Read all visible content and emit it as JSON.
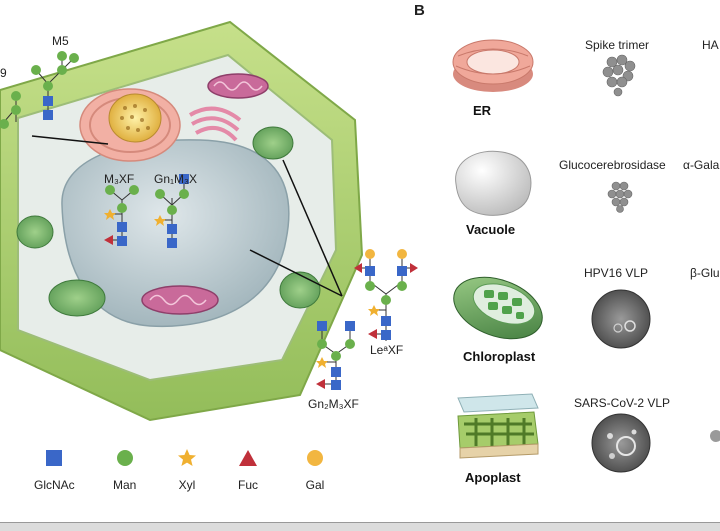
{
  "panel_b": {
    "letter": "B"
  },
  "cell": {
    "glycans": {
      "m5": "M5",
      "m3xf": "M₃XF",
      "gn1m3x": "Gn₁M₃X",
      "lexf": "LeᵃXF",
      "gn2m3xf": "Gn₂M₃XF",
      "partial_left": "9"
    }
  },
  "legend": {
    "items": [
      {
        "label": "GlcNAc",
        "color": "#3a67c8",
        "icon": "square-icon"
      },
      {
        "label": "Man",
        "color": "#6ab04c",
        "icon": "circle-icon"
      },
      {
        "label": "Xyl",
        "color": "#f0b030",
        "icon": "star-icon"
      },
      {
        "label": "Fuc",
        "color": "#c0303a",
        "icon": "triangle-icon"
      },
      {
        "label": "Gal",
        "color": "#f2b640",
        "icon": "circle-icon"
      }
    ]
  },
  "organelles": [
    {
      "label": "ER"
    },
    {
      "label": "Vacuole"
    },
    {
      "label": "Chloroplast"
    },
    {
      "label": "Apoplast"
    }
  ],
  "products": {
    "col1": [
      "Spike trimer",
      "Glucocerebrosidase",
      "HPV16 VLP",
      "SARS-CoV-2 VLP"
    ],
    "col2": [
      "HA",
      "α-Gala",
      "β-Glu"
    ]
  },
  "colors": {
    "cell_wall": "#a6cc6a",
    "cell_wall_dark": "#7fa848",
    "cytoplasm": "#e6ece8",
    "vacuole": "#b8c7cc",
    "golgi": "#f0a8b8",
    "er_pink": "#f0a89a"
  }
}
